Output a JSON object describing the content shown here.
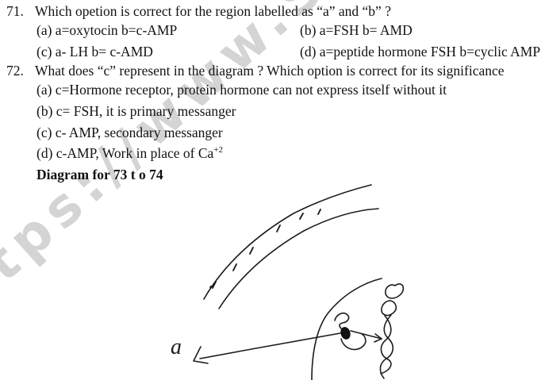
{
  "watermark": {
    "text": "tps://www.St",
    "color": "#d4d4d6"
  },
  "questions": [
    {
      "number": "71.",
      "text": "Which opetion is correct for the region labelled as “a” and “b” ?",
      "options": [
        {
          "label": "(a) a=oxytocin b=c-AMP"
        },
        {
          "label": "(b) a=FSH b= AMD"
        },
        {
          "label": "(c) a- LH b= c-AMD"
        },
        {
          "label": "(d) a=peptide hormone FSH b=cyclic AMP"
        }
      ]
    },
    {
      "number": "72.",
      "text": "What does “c” represent in the diagram ? Which option is correct for its significance",
      "options": [
        {
          "label": "(a) c=Hormone receptor, protein hormone can not express itself without it"
        },
        {
          "label": "(b) c= FSH, it is primary messanger"
        },
        {
          "label": "(c) c- AMP, secondary messanger"
        },
        {
          "label": "(d) c-AMP, Work in place of Ca",
          "superscript": "+2"
        }
      ]
    }
  ],
  "diagram_heading": "Diagram for 73 t o 74",
  "diagram": {
    "label_a": "a",
    "ink_color": "#1c1c1c",
    "parts": [
      "cell-membrane-band",
      "membrane-ticks",
      "cell-circle",
      "hormone-receptor",
      "receptor-dot",
      "arrow-a",
      "arrow-to-dna",
      "dna-squiggle"
    ]
  }
}
